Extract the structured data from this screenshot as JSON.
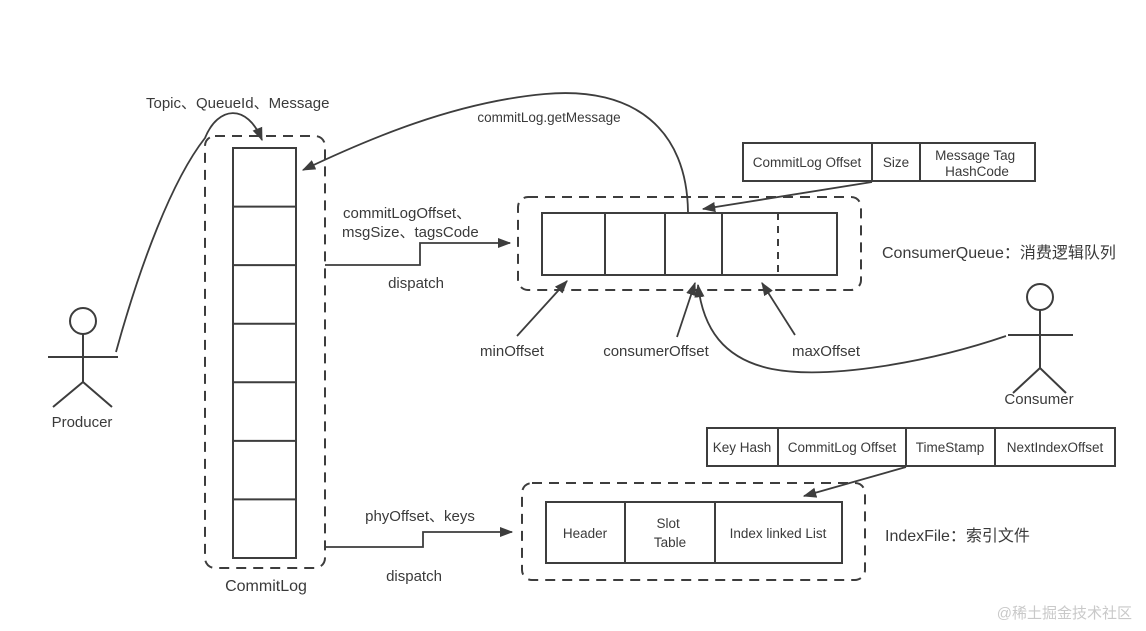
{
  "labels": {
    "topic_queueid_message": "Topic、QueueId、Message",
    "commitlog_get_message": "commitLog.getMessage",
    "dispatch_args_line1": "commitLogOffset、",
    "dispatch_args_line2": "msgSize、tagsCode",
    "dispatch_top": "dispatch",
    "phyoffset_keys": "phyOffset、keys",
    "dispatch_bottom": "dispatch",
    "producer": "Producer",
    "consumer": "Consumer",
    "commitlog": "CommitLog",
    "consumer_queue": "ConsumerQueue：消费逻辑队列",
    "index_file": "IndexFile：索引文件",
    "min_offset": "minOffset",
    "consumer_offset": "consumerOffset",
    "max_offset": "maxOffset"
  },
  "consumequeue_record_table": {
    "columns": [
      {
        "label": "CommitLog Offset"
      },
      {
        "label": "Size"
      },
      {
        "label": "Message Tag HashCode",
        "line1": "Message Tag",
        "line2": "HashCode"
      }
    ]
  },
  "indexfile_record_table": {
    "columns": [
      {
        "label": "Key Hash"
      },
      {
        "label": "CommitLog Offset"
      },
      {
        "label": "TimeStamp"
      },
      {
        "label": "NextIndexOffset"
      }
    ]
  },
  "indexfile_structure": {
    "cells": [
      {
        "label": "Header"
      },
      {
        "label": "Slot Table",
        "line1": "Slot",
        "line2": "Table"
      },
      {
        "label": "Index linked List"
      }
    ]
  },
  "watermark": "@稀土掘金技术社区",
  "colors": {
    "stroke": "#3d3d3d",
    "text": "#3a3a3a",
    "watermark": "#c9c9c9",
    "background": "#ffffff"
  }
}
